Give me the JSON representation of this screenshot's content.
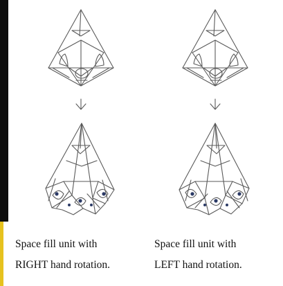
{
  "figure": {
    "captions": [
      {
        "line1": "Space fill unit with",
        "line2": "RIGHT hand rotation."
      },
      {
        "line1": "Space fill unit with",
        "line2": "LEFT hand rotation."
      }
    ]
  },
  "colors": {
    "stroke": "#5a5a5a",
    "dark_accent": "#2b3a66",
    "left_bar": "#0d0d0d",
    "yellow_bar": "#e6c21e"
  },
  "icons": [
    "down-arrow-icon"
  ]
}
